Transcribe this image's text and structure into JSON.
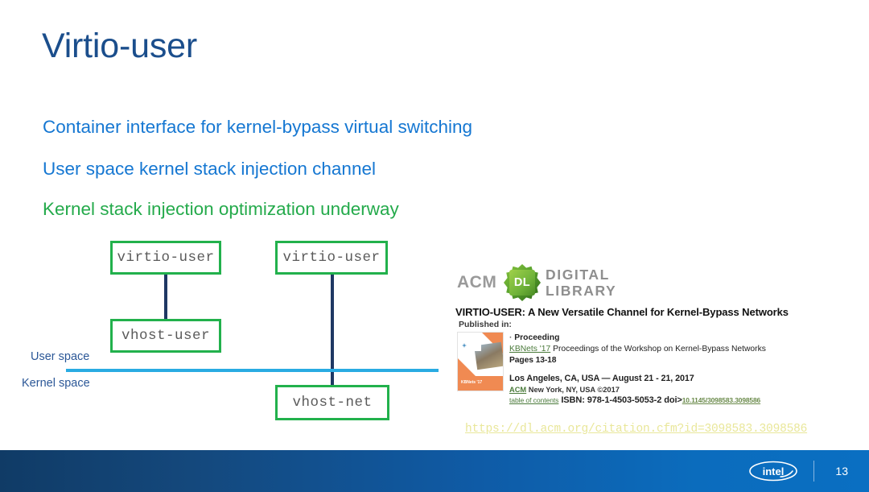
{
  "slide": {
    "title": "Virtio-user",
    "bullets": [
      {
        "text": "Container interface for kernel-bypass virtual switching",
        "color": "#1577d2"
      },
      {
        "text": "User space kernel stack injection channel",
        "color": "#1577d2"
      },
      {
        "text": "Kernel stack injection optimization underway",
        "color": "#24aa4b"
      }
    ]
  },
  "diagram": {
    "nodes": [
      {
        "id": "virtio-user-left",
        "label": "virtio-user"
      },
      {
        "id": "vhost-user",
        "label": "vhost-user"
      },
      {
        "id": "virtio-user-right",
        "label": "virtio-user"
      },
      {
        "id": "vhost-net",
        "label": "vhost-net"
      }
    ],
    "labels": {
      "user_space": "User space",
      "kernel_space": "Kernel space"
    },
    "colors": {
      "box_border": "#22b14c",
      "connector": "#1f3864",
      "divider": "#29abe2",
      "label_text": "#2b5797"
    }
  },
  "acm": {
    "logo": {
      "wordmark": "ACM",
      "badge": "DL",
      "line1": "DIGITAL",
      "line2": "LIBRARY"
    },
    "paper_title": "VIRTIO-USER: A New Versatile Channel for Kernel-Bypass Networks",
    "published_in_label": "Published in:",
    "proceeding_label": "Proceeding",
    "series_link": "KBNets '17",
    "series_text": "Proceedings of the Workshop on Kernel-Bypass Networks",
    "pages": "Pages 13-18",
    "location": "Los Angeles, CA, USA — August 21 - 21, 2017",
    "publisher_link": "ACM",
    "publisher_text": "New York, NY, USA ©2017",
    "toc_link": "table of contents",
    "isbn": "ISBN: 978-1-4503-5053-2",
    "doi_label": "doi>",
    "doi_value": "10.1145/3098583.3098586",
    "thumbnail_band_text": "KBNets '17"
  },
  "citation_url": "https://dl.acm.org/citation.cfm?id=3098583.3098586",
  "footer": {
    "brand": "intel",
    "slide_number": "13"
  }
}
